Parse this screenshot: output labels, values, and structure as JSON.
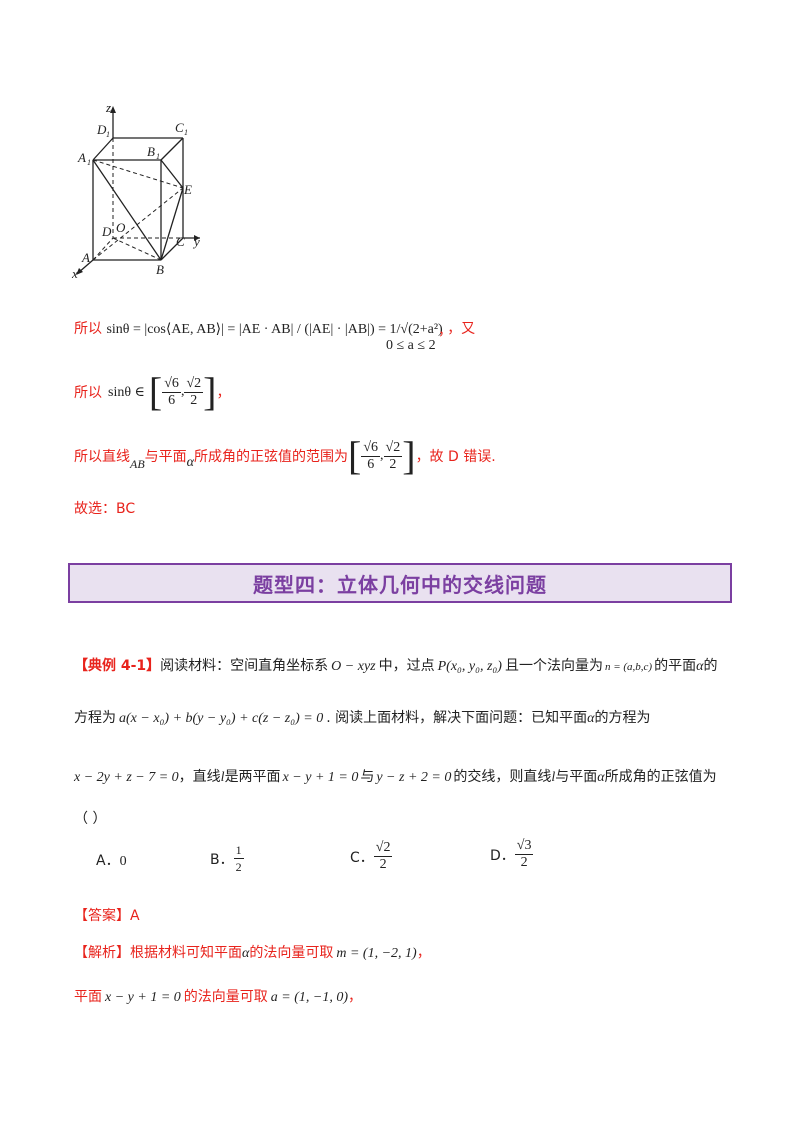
{
  "figure": {
    "labels": {
      "z": "z",
      "D1": "D",
      "D1_sub": "1",
      "C1": "C",
      "C1_sub": "1",
      "A1": "A",
      "A1_sub": "1",
      "B1": "B",
      "B1_sub": "1",
      "E": "E",
      "D": "D",
      "O": "O",
      "C": "C",
      "y": "y",
      "A": "A",
      "B": "B",
      "x": "x"
    }
  },
  "solution_top": {
    "line1_prefix": "所以",
    "line1_math": "sinθ = |cos⟨AE, AB⟩| = |AE · AB| / (|AE| · |AB|) = 1/√(2+a²)",
    "line1_you": "，又",
    "line1_range": "0 ≤ a ≤ 2",
    "line1_comma": "，",
    "line2_prefix": "所以",
    "line2_math": "sinθ ∈",
    "line2_interval_left": "√6",
    "line2_interval_left_den": "6",
    "line2_interval_right": "√2",
    "line2_interval_right_den": "2",
    "line2_suffix": "，",
    "line3_prefix": "所以直线",
    "line3_ab": "AB",
    "line3_mid1": "与平面",
    "line3_alpha": "α",
    "line3_mid2": "所成角的正弦值的范围为",
    "line3_suffix": "，故 D 错误.",
    "line4": "故选：BC"
  },
  "banner": {
    "title": "题型四：立体几何中的交线问题"
  },
  "example": {
    "tag": "【典例 4-1】",
    "p1_a": "阅读材料：空间直角坐标系",
    "p1_coord": "O − xyz",
    "p1_b": "中，过点",
    "p1_point": "P(x₀, y₀, z₀)",
    "p1_c": "且一个法向量为",
    "p1_normal": "n = (a,b,c)",
    "p1_d": "的平面",
    "p1_alpha": "α",
    "p1_e": "的",
    "p2_a": "方程为",
    "p2_eq": "a(x − x₀) + b(y − y₀) + c(z − z₀) = 0",
    "p2_b": ". 阅读上面材料，解决下面问题：已知平面",
    "p2_alpha": "α",
    "p2_c": "的方程为",
    "p3_eq1": "x − 2y + z − 7 = 0",
    "p3_a": "，直线",
    "p3_l": "l",
    "p3_b": "是两平面",
    "p3_eq2": "x − y + 1 = 0",
    "p3_c": "与",
    "p3_eq3": "y − z + 2 = 0",
    "p3_d": "的交线，则直线",
    "p3_l2": "l",
    "p3_e": "与平面",
    "p3_alpha": "α",
    "p3_f": "所成角的正弦值为",
    "p4": "（    ）"
  },
  "options": [
    {
      "letter": "A．",
      "value": "0"
    },
    {
      "letter": "B．",
      "num": "1",
      "den": "2"
    },
    {
      "letter": "C．",
      "num": "√2",
      "den": "2"
    },
    {
      "letter": "D．",
      "num": "√3",
      "den": "2"
    }
  ],
  "answer": {
    "label": "【答案】A"
  },
  "analysis": {
    "tag": "【解析】",
    "l1_a": "根据材料可知平面",
    "l1_alpha": "α",
    "l1_b": "的法向量可取",
    "l1_vec": "m = (1, −2, 1)",
    "l1_c": "，",
    "l2_a": "平面",
    "l2_eq": "x − y + 1 = 0",
    "l2_b": "的法向量可取",
    "l2_vec": "a = (1, −1, 0)",
    "l2_c": "，"
  }
}
